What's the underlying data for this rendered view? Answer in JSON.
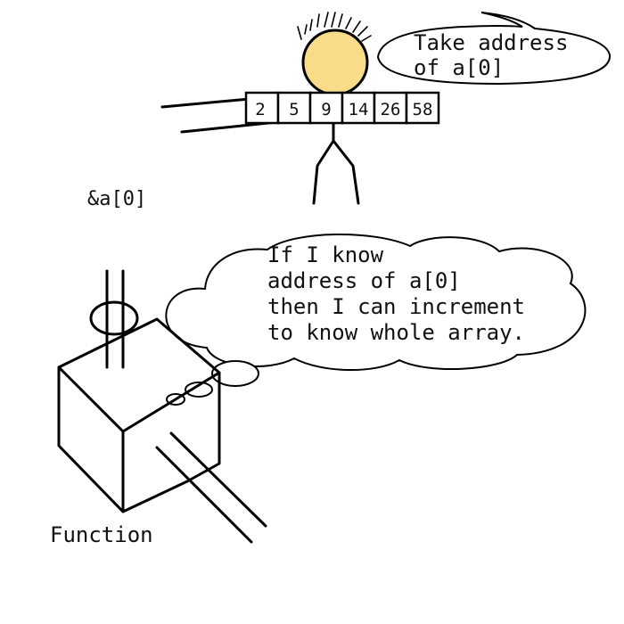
{
  "speech_bubble": {
    "lines": [
      "Take address",
      "of a[0]"
    ]
  },
  "array": {
    "values": [
      "2",
      "5",
      "9",
      "14",
      "26",
      "58"
    ]
  },
  "address_label": "&a[0]",
  "thought_bubble": {
    "lines": [
      "If I know",
      "address of a[0]",
      "then I can increment",
      "to know whole array."
    ]
  },
  "function_label": "Function",
  "colors": {
    "head": "#f8dc8a",
    "ink": "#000000",
    "background": "#ffffff"
  }
}
